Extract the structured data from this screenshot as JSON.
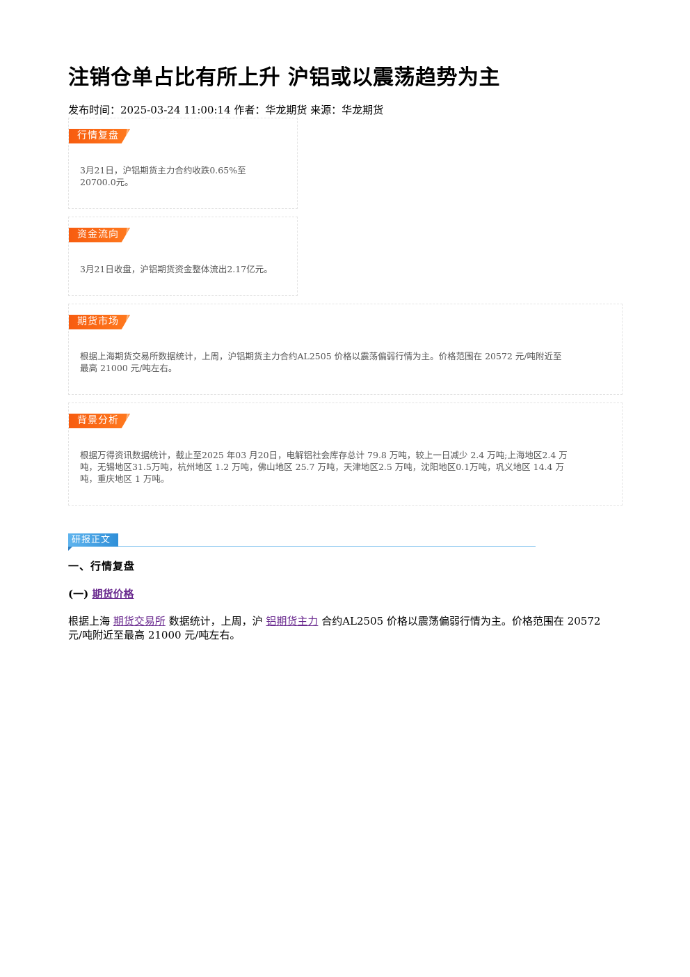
{
  "article": {
    "title": "注销仓单占比有所上升 沪铝或以震荡趋势为主",
    "meta": "发布时间：2025-03-24 11:00:14 作者：华龙期货 来源：华龙期货"
  },
  "cards": [
    {
      "tag": "行情复盘",
      "lines": [
        "3月21日，沪铝期货主力合约收跌0.65%至",
        "20700.0元。"
      ]
    },
    {
      "tag": "资金流向",
      "lines": [
        "3月21日收盘，沪铝期货资金整体流出2.17亿元。"
      ]
    },
    {
      "tag": "期货市场",
      "lines": [
        "根据上海期货交易所数据统计，上周，沪铝期货主力合约AL2505 价格以震荡偏弱行情为主。价格范围在 20572 元/吨附近至",
        "最高 21000 元/吨左右。"
      ]
    },
    {
      "tag": "背景分析",
      "lines": [
        "根据万得资讯数据统计，截止至2025 年03 月20日，电解铝社会库存总计 79.8 万吨，较上一日减少 2.4 万吨;上海地区2.4 万",
        "吨，无锡地区31.5万吨，杭州地区 1.2 万吨，佛山地区 25.7 万吨，天津地区2.5 万吨，沈阳地区0.1万吨，巩义地区 14.4 万",
        "吨，重庆地区 1 万吨。"
      ]
    }
  ],
  "report": {
    "banner": "研报正文",
    "section_heading": "一、行情复盘",
    "sub_prefix": "(一)",
    "sub_link": "期货价格",
    "body": {
      "p1": "根据上海",
      "link1": "期货交易所",
      "p2": "数据统计，上周，沪",
      "link2": "铝期货主力",
      "p3": "合约AL2505 价格以震荡偏弱行情为主。价格范围在 20572",
      "line2": "元/吨附近至最高 21000 元/吨左右。"
    }
  }
}
